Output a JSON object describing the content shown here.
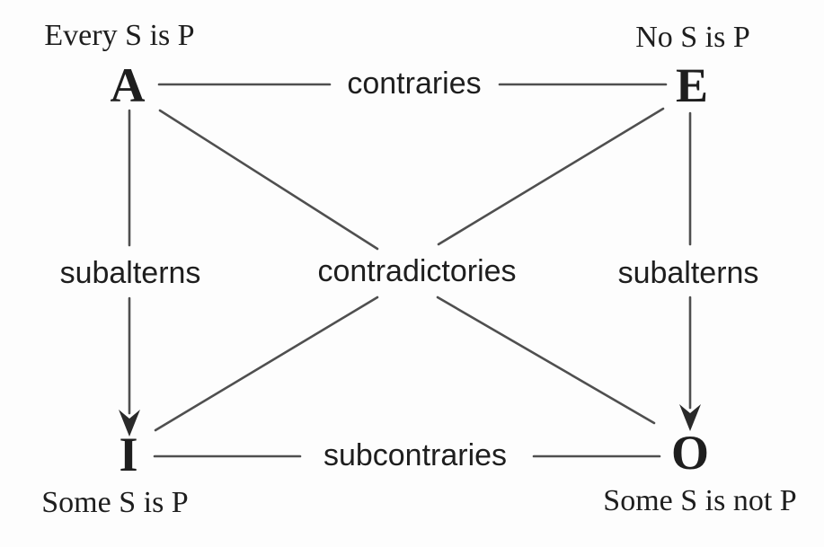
{
  "diagram": {
    "nodes": {
      "A": {
        "letter": "A",
        "statement": "Every S is P"
      },
      "E": {
        "letter": "E",
        "statement": "No S is P"
      },
      "I": {
        "letter": "I",
        "statement": "Some S is P"
      },
      "O": {
        "letter": "O",
        "statement": "Some S is not P"
      }
    },
    "relations": {
      "contraries": "contraries",
      "contradictories": "contradictories",
      "subalterns_left": "subalterns",
      "subalterns_right": "subalterns",
      "subcontraries": "subcontraries"
    },
    "colors": {
      "background": "#fdfdfd",
      "text": "#1e1e1e",
      "line": "#4f4f4f",
      "line_dark": "#2a2a2a"
    }
  }
}
